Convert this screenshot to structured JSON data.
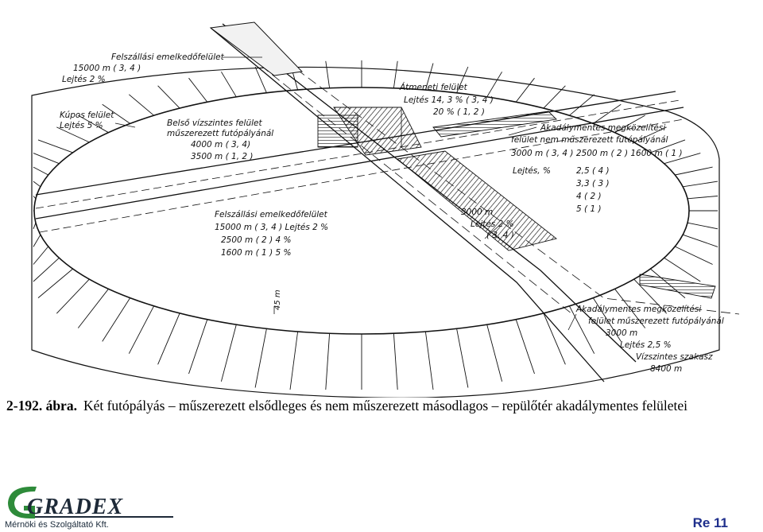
{
  "labels": {
    "takeoff_top": [
      "Felszállási emelkedőfelület",
      "15000 m ( 3, 4 )",
      "Lejtés  2 %"
    ],
    "conical": [
      "Kúpos felület",
      "Lejtés  5 %"
    ],
    "inner_horizontal": [
      "Belső vízszintes felület",
      "műszerezett futópályánál",
      "4000 m ( 3, 4)",
      "3500 m ( 1, 2 )"
    ],
    "transitional": [
      "Átmeneti felület",
      "Lejtés  14, 3 %  ( 3, 4 )",
      "20   %  ( 1, 2 )"
    ],
    "approach_noninstr": [
      "Akadálymentes megközelítési",
      "felület nem műszerezett futópályánál",
      "3000 m ( 3, 4 )  2500 m ( 2 )  1600 m ( 1 )"
    ],
    "slope_list": [
      "Lejtés,  %",
      "2,5  ( 4 )",
      "3,3  ( 3 )",
      "4    ( 2 )",
      "5    ( 1 )"
    ],
    "takeoff_mid": [
      "Felszállási emelkedőfelület",
      "15000 m ( 3, 4 )   Lejtés   2  %",
      "2500  m ( 2 )                4  %",
      "1600  m ( 1 )                5  %"
    ],
    "slope_3000": [
      "3000 m",
      "Lejtés  2 %",
      "( 3, 4 )"
    ],
    "height_45": "45 m",
    "approach_instr": [
      "Akadálymentes megközelítési",
      "felület műszerezett futópályánál",
      "3000 m",
      "Lejtés  2,5 %",
      "Vízszintes szakasz",
      "8400 m"
    ]
  },
  "caption": {
    "number": "2-192. ábra.",
    "text": "Két futópályás – műszerezett elsődleges és nem műszerezett másodlagos  –  repülőtér akadálymentes felületei"
  },
  "logo": {
    "name": "GRADEX",
    "subtitle": "Mérnöki és Szolgáltató Kft."
  },
  "page_ref": "Re 11",
  "colors": {
    "logo_green": "#2e8b3a",
    "logo_dark": "#1e2a38",
    "page_ref": "#1f2f8c"
  }
}
